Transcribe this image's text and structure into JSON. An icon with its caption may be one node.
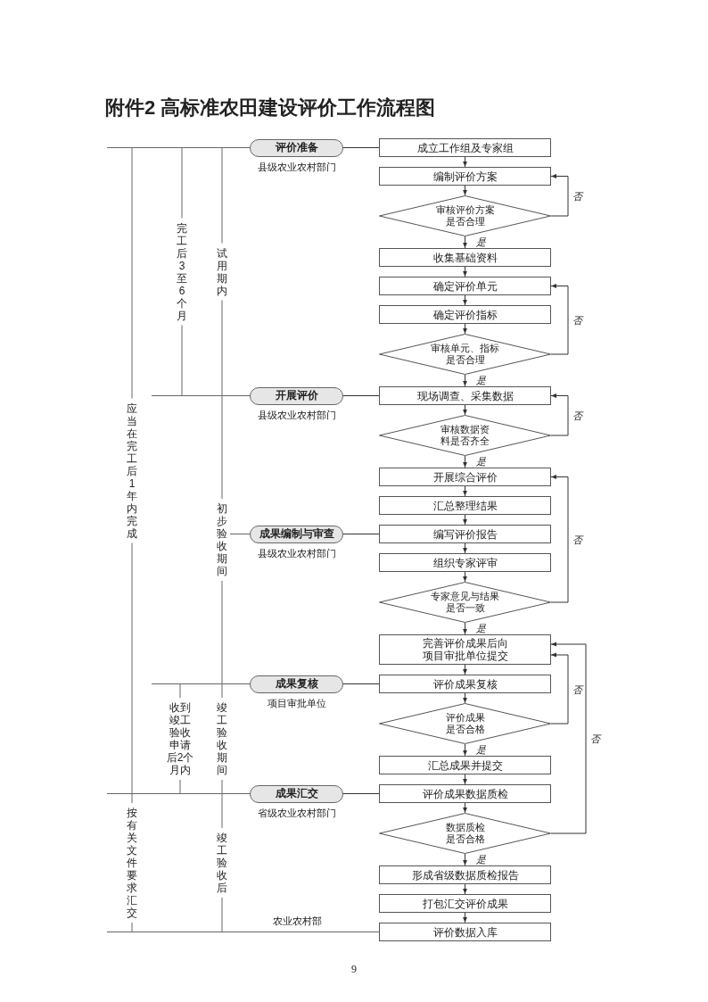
{
  "diagram": {
    "title": "附件2 高标准农田建设评价工作流程图",
    "nodes": [
      {
        "text": [
          "评价准备"
        ],
        "beside": [
          "县级农业农村部门"
        ]
      },
      {
        "text": [
          "成立工作组及专家组"
        ]
      },
      {
        "text": [
          "编制评价方案"
        ]
      },
      {
        "text": [
          "审核评价方案是否合理"
        ]
      },
      {
        "text": [
          "收集基础资料"
        ]
      },
      {
        "text": [
          "确定评价单元"
        ]
      },
      {
        "text": [
          "确定评价指标"
        ]
      },
      {
        "text": [
          "审核单元、指标是否合理"
        ]
      },
      {
        "text": [
          "开展评价"
        ],
        "beside": [
          "县级农业农村部门"
        ]
      },
      {
        "text": [
          "现场调查、采集数据"
        ]
      },
      {
        "text": [
          "审核数据资料是否齐全"
        ]
      },
      {
        "text": [
          "开展综合评价"
        ]
      },
      {
        "text": [
          "汇总整理结果"
        ]
      },
      {
        "text": [
          "成果编制与审查"
        ],
        "beside": [
          "县级农业农村部门"
        ]
      },
      {
        "text": [
          "编写评价报告"
        ]
      },
      {
        "text": [
          "组织专家评审"
        ]
      },
      {
        "text": [
          "专家意见与结果是否一致"
        ]
      },
      {
        "text": [
          "完善评价成果后向项目审批单位提交"
        ]
      },
      {
        "text": [
          "成果复核"
        ],
        "beside": [
          "项目审批单位"
        ]
      },
      {
        "text": [
          "评价成果复核"
        ]
      },
      {
        "text": [
          "评价成果是否合格"
        ]
      },
      {
        "text": [
          "汇总成果并提交"
        ]
      },
      {
        "text": [
          "成果汇交"
        ],
        "beside": [
          "省级农业农村部门"
        ]
      },
      {
        "text": [
          "评价成果数据质检"
        ]
      },
      {
        "text": [
          "数据质检是否合格"
        ]
      },
      {
        "text": [
          "形成省级数据质检报告"
        ]
      },
      {
        "text": [
          "打包汇交评价成果"
        ]
      },
      {
        "text": [
          "评价数据入库"
        ]
      }
    ],
    "edges": [
      {
        "from": 0,
        "to": 1,
        "arrow": "none"
      },
      {
        "from": 1,
        "to": 2,
        "arrow": "to"
      },
      {
        "from": 2,
        "to": 3,
        "arrow": "to"
      },
      {
        "from": 3,
        "to": 2,
        "arrow": "to",
        "label": "否"
      },
      {
        "from": 3,
        "to": 4,
        "arrow": "to",
        "label": "是"
      },
      {
        "from": 4,
        "to": 5,
        "arrow": "to"
      },
      {
        "from": 5,
        "to": 6,
        "arrow": "to"
      },
      {
        "from": 6,
        "to": 7,
        "arrow": "to"
      },
      {
        "from": 7,
        "to": 5,
        "arrow": "to",
        "label": "否"
      },
      {
        "from": 7,
        "to": 9,
        "arrow": "to",
        "label": "是"
      },
      {
        "from": 8,
        "to": 9,
        "arrow": "none"
      },
      {
        "from": 9,
        "to": 10,
        "arrow": "to"
      },
      {
        "from": 10,
        "to": 9,
        "arrow": "to",
        "label": "否"
      },
      {
        "from": 10,
        "to": 11,
        "arrow": "to",
        "label": "是"
      },
      {
        "from": 11,
        "to": 12,
        "arrow": "to"
      },
      {
        "from": 12,
        "to": 14,
        "arrow": "to"
      },
      {
        "from": 13,
        "to": 14,
        "arrow": "none"
      },
      {
        "from": 14,
        "to": 15,
        "arrow": "to"
      },
      {
        "from": 15,
        "to": 16,
        "arrow": "to"
      },
      {
        "from": 16,
        "to": 11,
        "arrow": "to",
        "label": "否"
      },
      {
        "from": 16,
        "to": 17,
        "arrow": "to",
        "label": "是"
      },
      {
        "from": 17,
        "to": 19,
        "arrow": "to"
      },
      {
        "from": 18,
        "to": 19,
        "arrow": "none"
      },
      {
        "from": 19,
        "to": 20,
        "arrow": "to"
      },
      {
        "from": 20,
        "to": 17,
        "arrow": "to",
        "label": "否"
      },
      {
        "from": 20,
        "to": 21,
        "arrow": "to",
        "label": "是"
      },
      {
        "from": 21,
        "to": 23,
        "arrow": "to"
      },
      {
        "from": 22,
        "to": 23,
        "arrow": "none"
      },
      {
        "from": 23,
        "to": 24,
        "arrow": "to"
      },
      {
        "from": 24,
        "to": 17,
        "arrow": "to",
        "label": "否"
      },
      {
        "from": 24,
        "to": 25,
        "arrow": "to",
        "label": "是"
      },
      {
        "from": 25,
        "to": 26,
        "arrow": "to"
      },
      {
        "from": 26,
        "to": 27,
        "arrow": "to"
      }
    ],
    "labels": [
      "完工后3至6个月",
      "试用期内",
      "应当在完工后1年内完成",
      "初步验收期间",
      "收到竣工验收申请后2个月内",
      "竣工验收期间",
      "按有关文件要求汇交",
      "竣工验收后",
      "农业农村部",
      "9"
    ]
  }
}
